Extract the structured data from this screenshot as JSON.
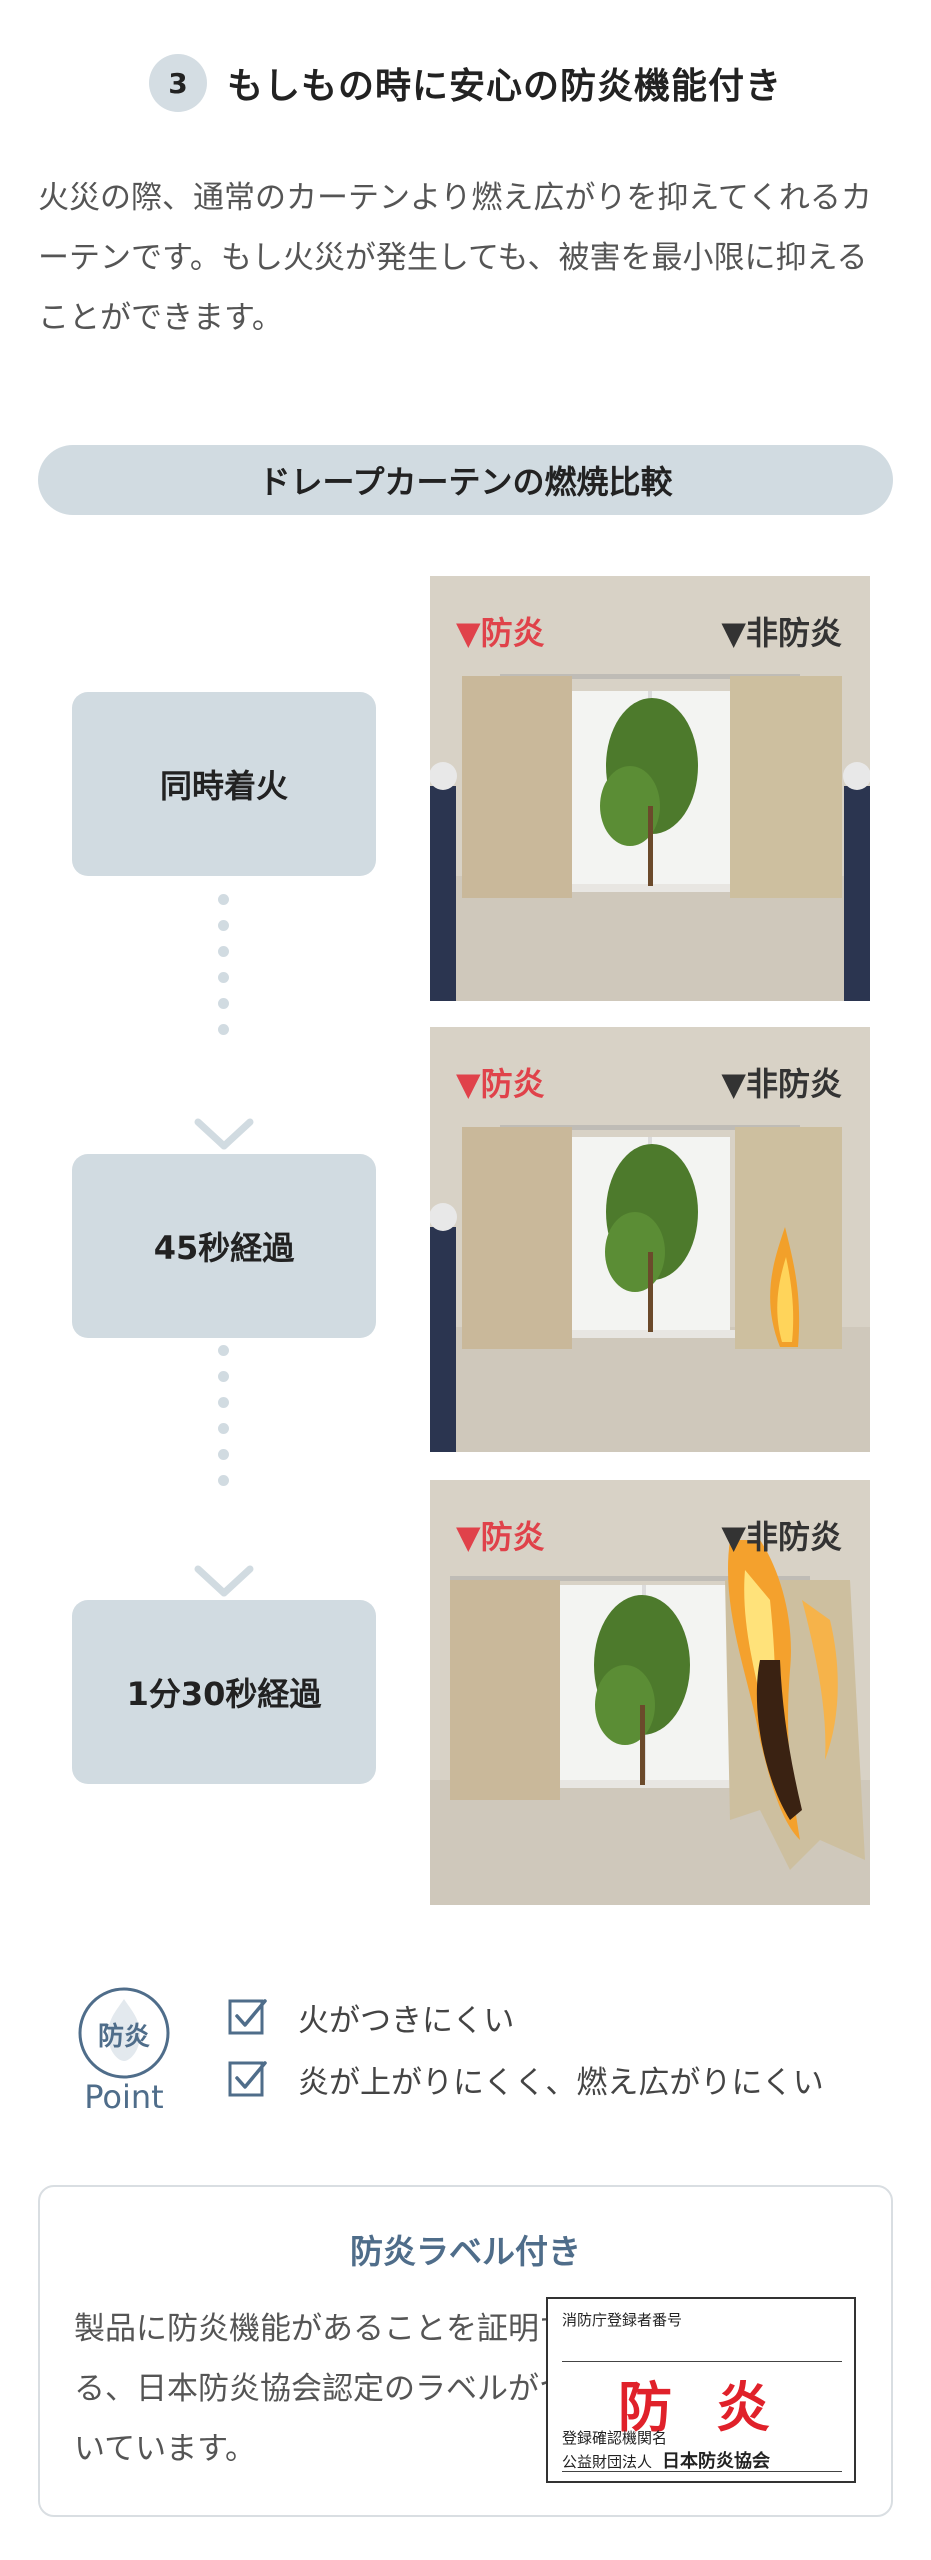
{
  "section": {
    "number": "3",
    "title": "もしもの時に安心の防炎機能付き",
    "intro": "火災の際、通常のカーテンより燃え広がりを抑えてくれるカーテンです。もし火災が発生しても、被害を最小限に抑えることができます。"
  },
  "comparison": {
    "title": "ドレープカーテンの燃焼比較",
    "label_flame_retardant": "▼防炎",
    "label_non_flame_retardant": "▼非防炎",
    "steps": [
      {
        "label": "同時着火"
      },
      {
        "label": "45秒経過"
      },
      {
        "label": "1分30秒経過"
      }
    ]
  },
  "point": {
    "badge_text": "防炎",
    "word": "Point",
    "items": [
      "火がつきにくい",
      "炎が上がりにくく、燃え広がりにくい"
    ]
  },
  "label_card": {
    "title": "防炎ラベル付き",
    "text": "製品に防炎機能があることを証明する、日本防炎協会認定のラベルがついています。",
    "label": {
      "registration": "消防庁登録者番号",
      "mark": "防炎",
      "org_line1": "登録確認機関名",
      "org_line2_prefix": "公益財団法人",
      "org_line2_name": "日本防炎協会"
    }
  },
  "colors": {
    "accent_red": "#e0424a",
    "badge_blue": "#4f6d8a",
    "pill_gray": "#d1dbe1"
  }
}
